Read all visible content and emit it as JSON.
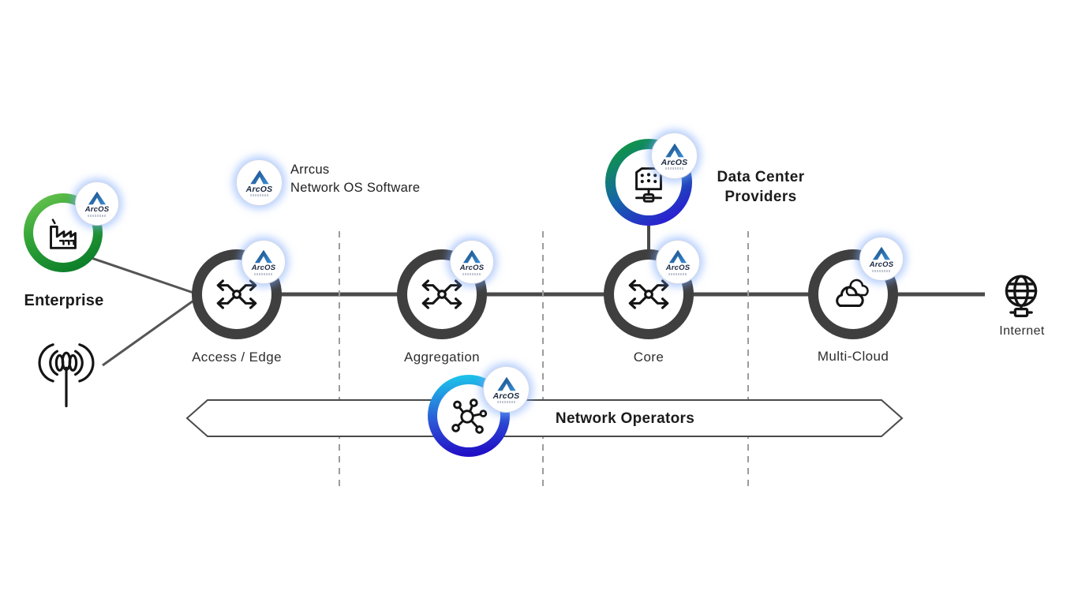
{
  "diagram": {
    "legend": {
      "line1": "Arrcus",
      "line2": "Network OS Software"
    },
    "badge_label": "ArcOS",
    "nodes": {
      "enterprise": "Enterprise",
      "access_edge": "Access / Edge",
      "aggregation": "Aggregation",
      "core": "Core",
      "multi_cloud": "Multi-Cloud",
      "internet": "Internet"
    },
    "data_center": {
      "line1": "Data Center",
      "line2": "Providers"
    },
    "banner": "Network Operators",
    "colors": {
      "ring_dark": "#3f3f3f",
      "enterprise_green_start": "#66c24d",
      "enterprise_green_end": "#0a7c2a",
      "datacenter_green": "#0f9a3c",
      "datacenter_blue": "#2a22d0",
      "operators_cyan": "#1cc2e8",
      "operators_indigo": "#2111c6",
      "connector_gray": "#4a4a4a",
      "dashed_gray": "#9c9c9c",
      "badge_glow_blue": "#7aa8ff",
      "logo_blue_dark": "#17477e",
      "logo_blue_light": "#3b8ed6"
    }
  }
}
